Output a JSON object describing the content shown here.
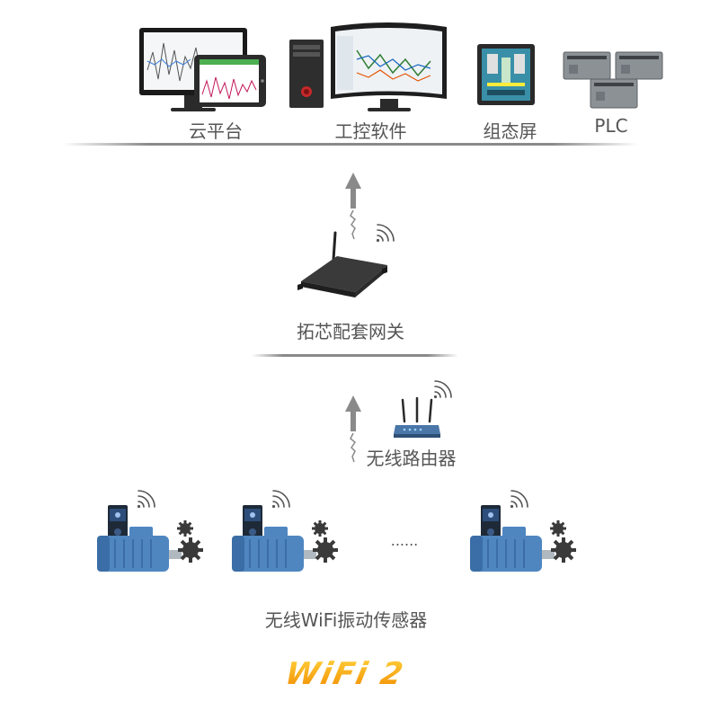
{
  "top_labels": {
    "cloud": "云平台",
    "software": "工控软件",
    "hmi": "组态屏",
    "plc": "PLC"
  },
  "gateway_label": "拓芯配套网关",
  "router_label": "无线路由器",
  "sensors_label": "无线WiFi振动传感器",
  "ellipsis": "......",
  "brand": "WiFi 2",
  "colors": {
    "motor": "#4f86c0",
    "accent": "#f18a00",
    "divider": "#8a8a8a",
    "text": "#555555"
  }
}
